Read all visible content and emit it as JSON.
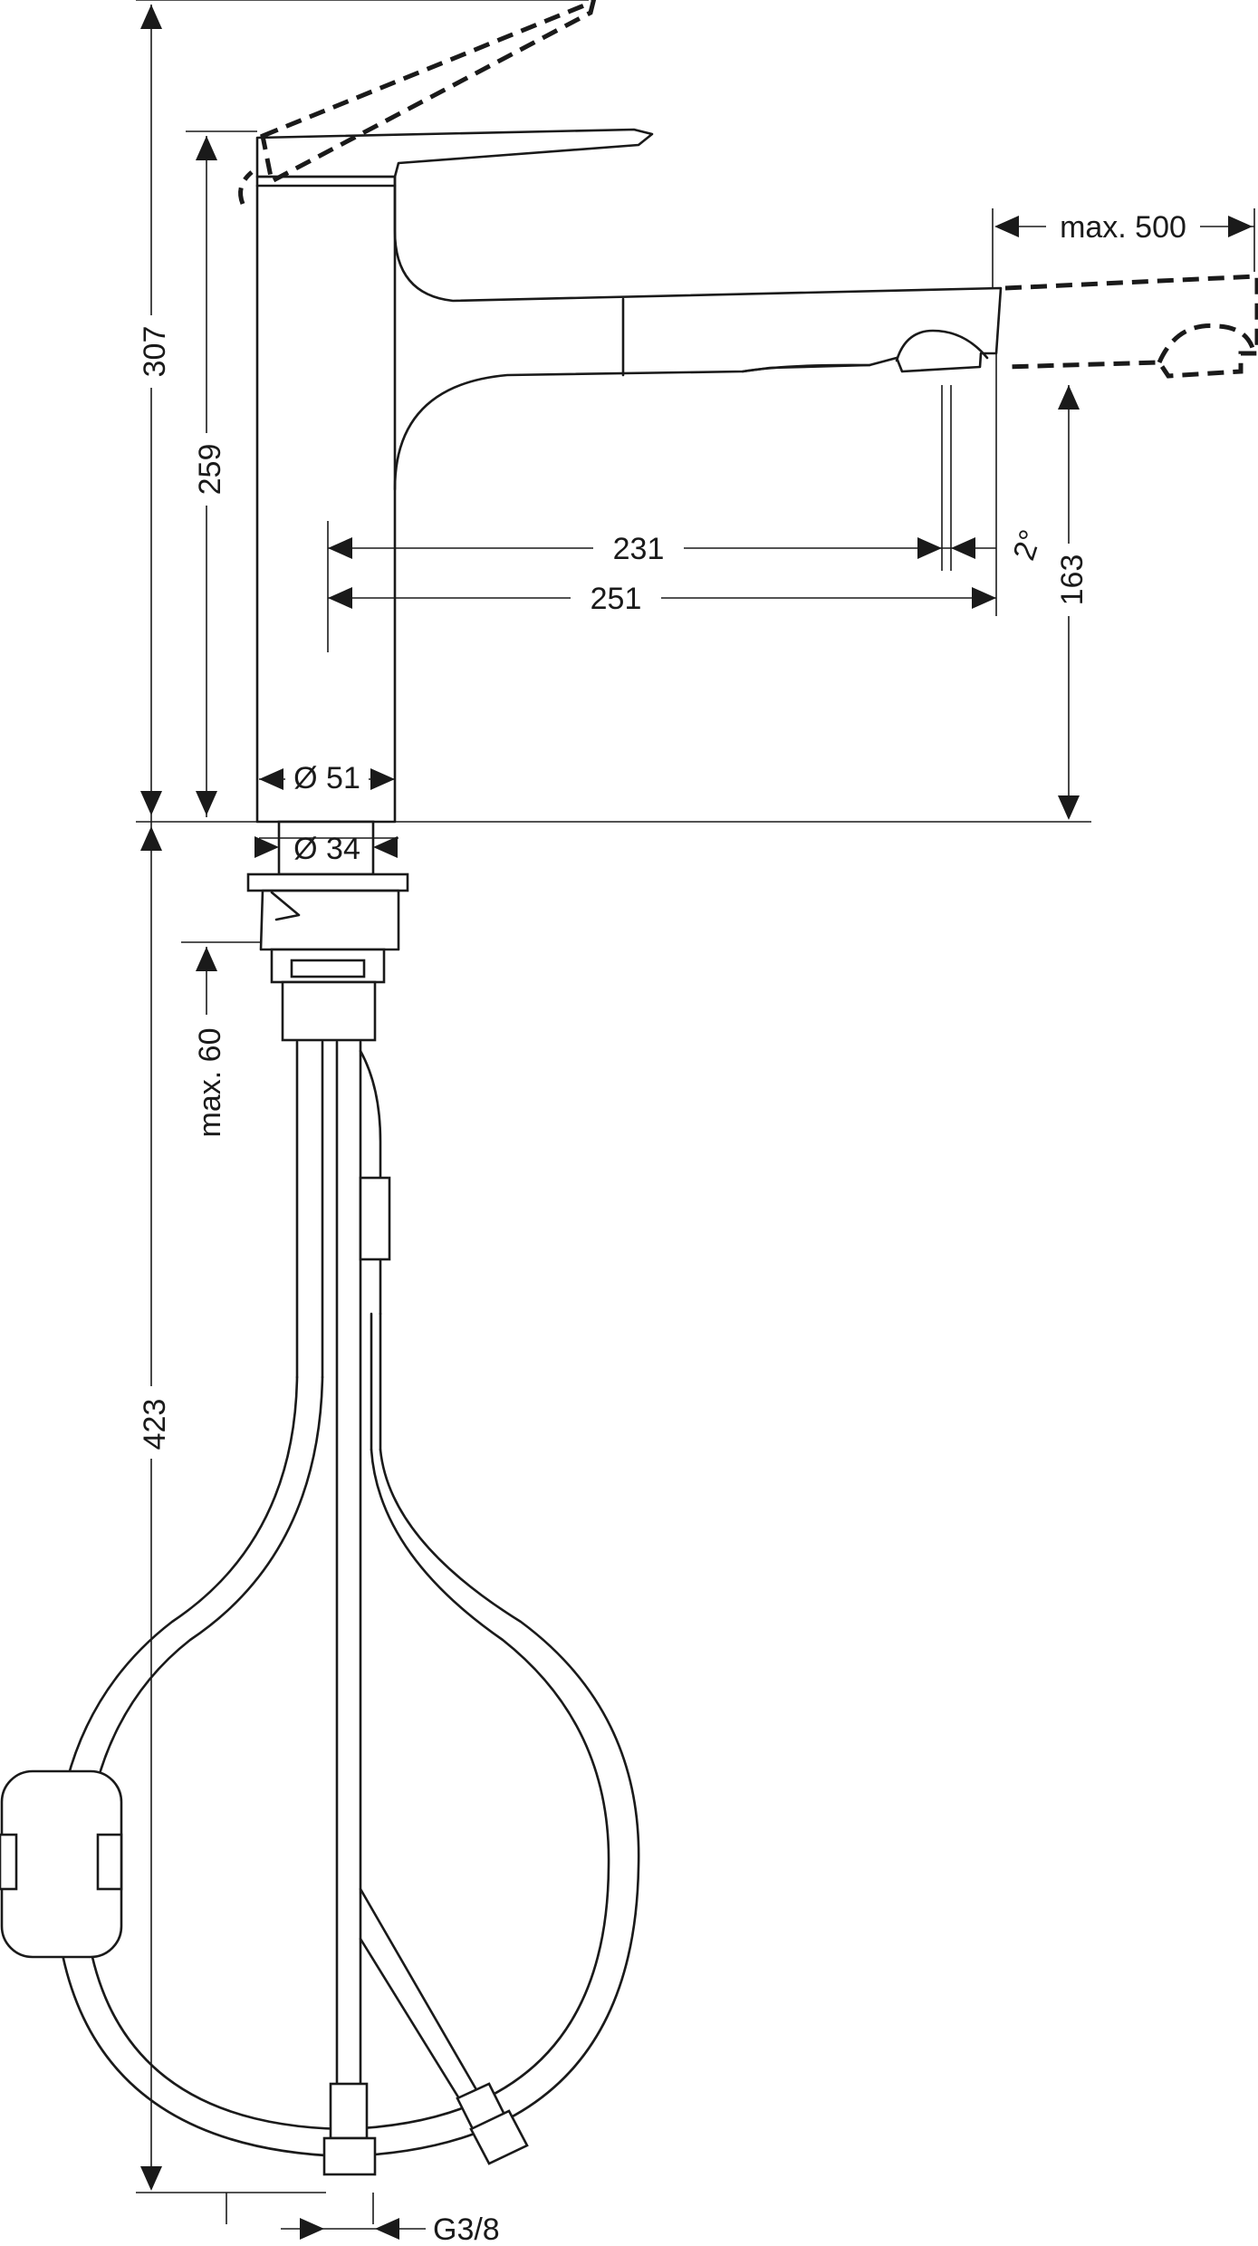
{
  "dimensions": {
    "overall_height": "307",
    "lever_height": "259",
    "spout_clearance": "163",
    "spout_reach_outlet": "231",
    "spout_reach_total": "251",
    "spout_tilt": "2°",
    "pullout_length": "max. 500",
    "body_diameter": "Ø 51",
    "shank_diameter": "Ø 34",
    "max_deck_thickness": "max. 60",
    "below_deck_length": "423",
    "connection_thread": "G3/8"
  },
  "colors": {
    "line": "#1a1a1a",
    "background": "#ffffff"
  }
}
